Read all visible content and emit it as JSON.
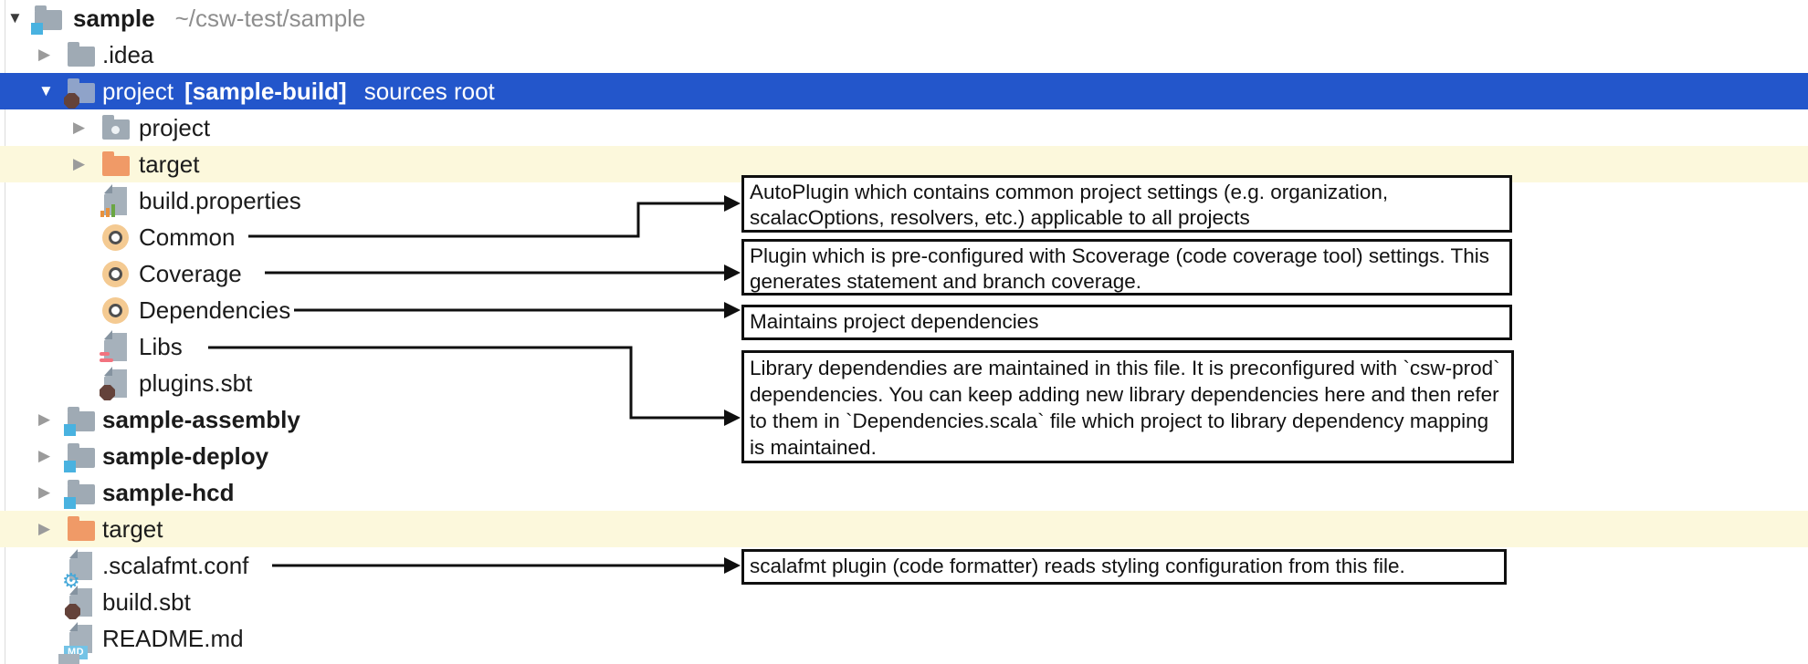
{
  "colors": {
    "selection_blue": "#2356cb",
    "row_highlight_yellow": "#fcf8dc",
    "target_folder_orange": "#f09a67",
    "folder_gray": "#9faab4",
    "module_badge_blue": "#49b2e0",
    "sbt_badge_brown": "#64423a",
    "scala_object_tan": "#f4ca92",
    "annotation_border": "#0f0f0f"
  },
  "tree": {
    "items": [
      {
        "name": "sample",
        "path": "~/csw-test/sample"
      },
      {
        "name": ".idea"
      },
      {
        "name": "project",
        "tag": "[sample-build]",
        "suffix": "sources root"
      },
      {
        "name": "project"
      },
      {
        "name": "target"
      },
      {
        "name": "build.properties"
      },
      {
        "name": "Common"
      },
      {
        "name": "Coverage"
      },
      {
        "name": "Dependencies"
      },
      {
        "name": "Libs"
      },
      {
        "name": "plugins.sbt"
      },
      {
        "name": "sample-assembly"
      },
      {
        "name": "sample-deploy"
      },
      {
        "name": "sample-hcd"
      },
      {
        "name": "target"
      },
      {
        "name": ".scalafmt.conf"
      },
      {
        "name": "build.sbt"
      },
      {
        "name": "README.md"
      }
    ]
  },
  "icons": {
    "md_badge": "MD",
    "expanded_arrow": "▼",
    "collapsed_arrow": "▶",
    "gear": "⚙"
  },
  "annotations": [
    {
      "text": "AutoPlugin which contains common project settings (e.g. organization, scalacOptions, resolvers, etc.) applicable to all projects"
    },
    {
      "text": "Plugin which is pre-configured with Scoverage (code coverage tool) settings. This generates statement and branch coverage."
    },
    {
      "text": "Maintains project dependencies"
    },
    {
      "text": "Library dependendies are maintained in this file.  It is preconfigured with `csw-prod` dependencies.  You can keep adding new library dependencies here and then refer to them in `Dependencies.scala` file which project to library dependency mapping is maintained."
    },
    {
      "text": "scalafmt plugin (code formatter) reads styling configuration from this file."
    }
  ]
}
